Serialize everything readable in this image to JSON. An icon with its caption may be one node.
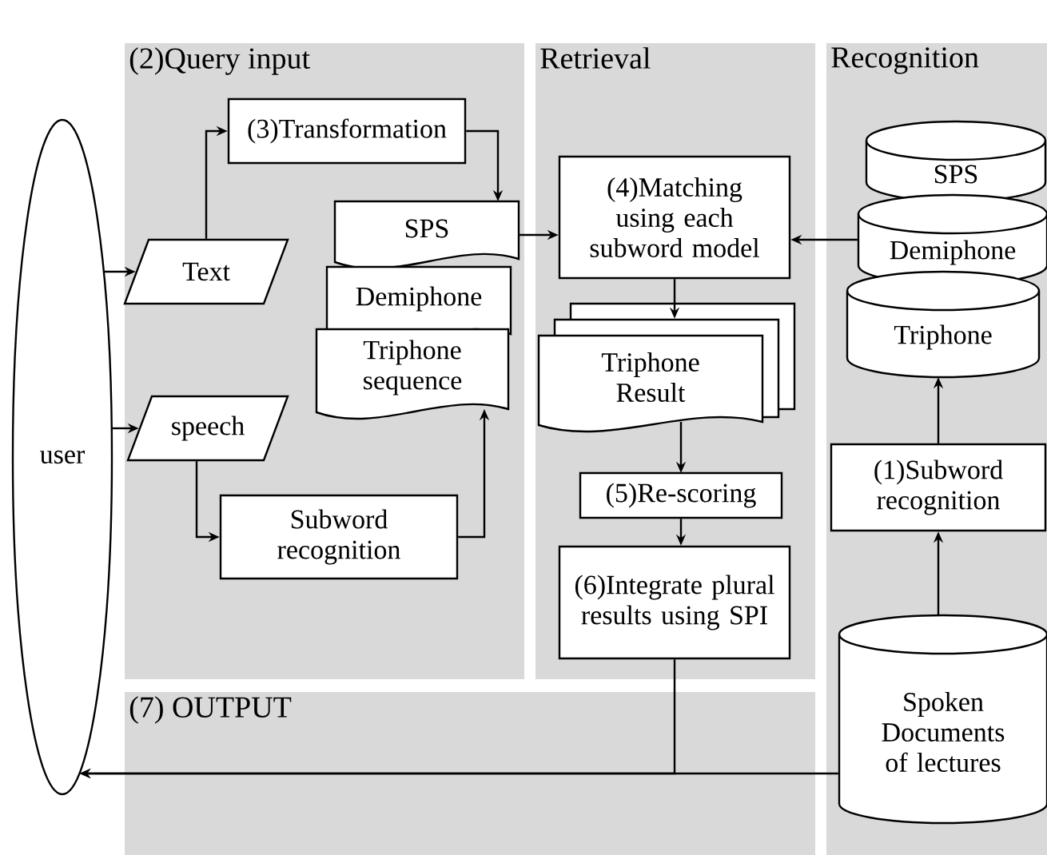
{
  "diagram": {
    "nodes": [
      {
        "text": [
          "user"
        ]
      },
      {
        "text": [
          "(2)Query input"
        ]
      },
      {
        "text": [
          "Retrieval"
        ]
      },
      {
        "text": [
          "Recognition"
        ]
      },
      {
        "text": [
          "(7) OUTPUT"
        ]
      },
      {
        "text": [
          "Text"
        ],
        "in": 1
      },
      {
        "text": [
          "speech"
        ],
        "in": 1
      },
      {
        "text": [
          "(3)Transformation"
        ],
        "in": 1
      },
      {
        "text": [
          "SPS"
        ],
        "in": 1
      },
      {
        "text": [
          "Demiphone"
        ],
        "in": 1
      },
      {
        "text": [
          "Triphone sequence"
        ],
        "in": 1
      },
      {
        "text": [
          "Subword recognition"
        ],
        "in": 1
      },
      {
        "text": [
          "(4)Matching using each subword model"
        ],
        "in": 2
      },
      {
        "text": [
          "Triphone Result"
        ],
        "in": 2
      },
      {
        "text": [
          "(5)Re-scoring"
        ],
        "in": 2
      },
      {
        "text": [
          "(6)Integrate plural results using SPI"
        ],
        "in": 2
      },
      {
        "text": [
          "SPS"
        ],
        "in": 3
      },
      {
        "text": [
          "Demiphone"
        ],
        "in": 3
      },
      {
        "text": [
          "Triphone"
        ],
        "in": 3
      },
      {
        "text": [
          "(1)Subword recognition"
        ],
        "in": 3
      },
      {
        "text": [
          "Spoken Documents of lectures"
        ],
        "in": 3
      }
    ],
    "edges": [
      {
        "from": 0,
        "to": 5,
        "arrow": "to"
      },
      {
        "from": 0,
        "to": 6,
        "arrow": "to"
      },
      {
        "from": 5,
        "to": 7,
        "arrow": "to"
      },
      {
        "from": 7,
        "to": 8,
        "arrow": "to"
      },
      {
        "from": 6,
        "to": 11,
        "arrow": "to"
      },
      {
        "from": 11,
        "to": 10,
        "arrow": "to"
      },
      {
        "from": 8,
        "to": 12,
        "arrow": "to"
      },
      {
        "from": 17,
        "to": 12,
        "arrow": "to"
      },
      {
        "from": 12,
        "to": 13,
        "arrow": "to"
      },
      {
        "from": 13,
        "to": 14,
        "arrow": "to"
      },
      {
        "from": 14,
        "to": 15,
        "arrow": "to"
      },
      {
        "from": 20,
        "to": 19,
        "arrow": "to"
      },
      {
        "from": 19,
        "to": 18,
        "arrow": "to"
      },
      {
        "from": 20,
        "to": 0,
        "arrow": "to"
      },
      {
        "from": 15,
        "to": 0,
        "arrow": "to"
      }
    ]
  }
}
